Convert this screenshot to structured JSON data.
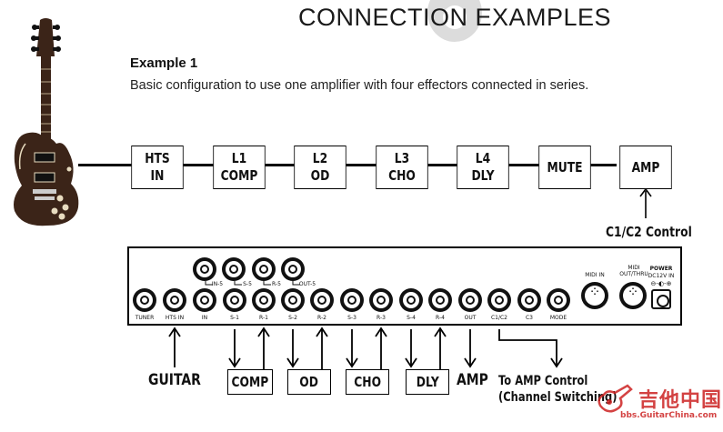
{
  "header": {
    "title": "CONNECTION EXAMPLES",
    "example_heading": "Example 1",
    "example_description": "Basic configuration to use one amplifier with four effectors connected in series."
  },
  "chain": [
    {
      "line1": "HTS",
      "line2": "IN"
    },
    {
      "line1": "L1",
      "line2": "COMP"
    },
    {
      "line1": "L2",
      "line2": "OD"
    },
    {
      "line1": "L3",
      "line2": "CHO"
    },
    {
      "line1": "L4",
      "line2": "DLY"
    },
    {
      "line1": "MUTE",
      "line2": ""
    },
    {
      "line1": "AMP",
      "line2": ""
    }
  ],
  "control_label": "C1/C2 Control",
  "panel": {
    "top_jacks": [
      "IN-5",
      "S-5",
      "R-5",
      "OUT-5"
    ],
    "bottom_jacks": [
      "TUNER",
      "HTS IN",
      "IN",
      "S-1",
      "R-1",
      "S-2",
      "R-2",
      "S-3",
      "R-3",
      "S-4",
      "R-4",
      "OUT",
      "C1/C2",
      "C3",
      "MODE"
    ],
    "midi_in": "MIDI IN",
    "midi_out": "MIDI OUT/THRU",
    "power_title": "POWER",
    "power_spec": "DC12V IN",
    "power_polarity": "⊖-◐-⊕"
  },
  "connections": {
    "guitar": "GUITAR",
    "effects": [
      "COMP",
      "OD",
      "CHO",
      "DLY"
    ],
    "amp": "AMP",
    "amp_control_line1": "To AMP Control",
    "amp_control_line2": "(Channel Switching)"
  },
  "watermark": {
    "text": "吉他中国",
    "url": "bbs.GuitarChina.com"
  },
  "icons": {
    "guitar": "electric-guitar-icon",
    "midi_in": "din-connector-icon",
    "midi_out": "din-connector-icon",
    "power": "dc-jack-icon"
  },
  "colors": {
    "ink": "#111111",
    "guitar_body": "#3b2418",
    "watermark": "#cc2222"
  }
}
